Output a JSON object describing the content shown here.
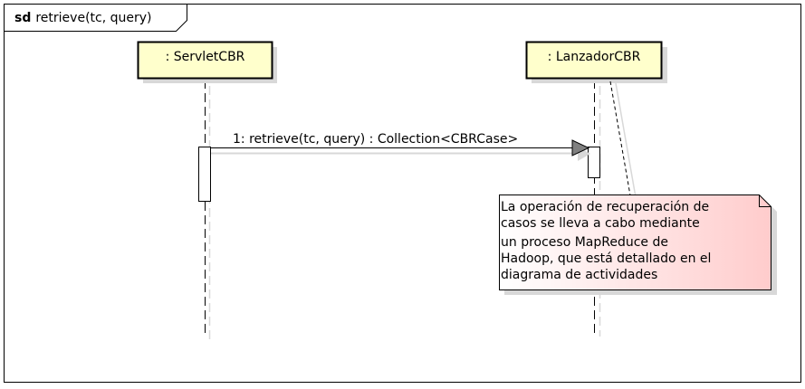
{
  "frame": {
    "keyword": "sd",
    "name": "retrieve(tc, query)"
  },
  "lifelines": [
    {
      "id": "servlet",
      "label": ": ServletCBR"
    },
    {
      "id": "lanzador",
      "label": ": LanzadorCBR"
    }
  ],
  "message": {
    "label": "1: retrieve(tc, query) : Collection<CBRCase>"
  },
  "note": {
    "lines": [
      "La operación de recuperación de",
      "casos se lleva a cabo mediante",
      "un proceso MapReduce de",
      "Hadoop, que está detallado en el",
      "diagrama de actividades"
    ]
  },
  "colors": {
    "lifeline_fill": "#ffffcc",
    "note_gradient_start": "#ffffff",
    "note_gradient_end": "#ffcccc",
    "arrowhead": "#808080",
    "shadow": "#d8d8d8"
  }
}
